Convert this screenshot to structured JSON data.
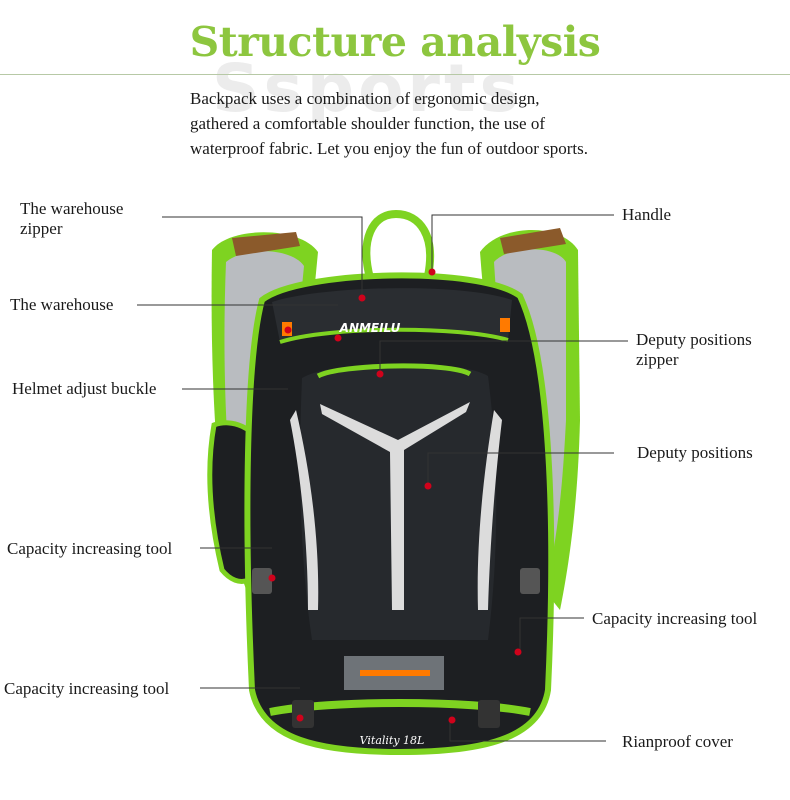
{
  "header": {
    "title": "Structure analysis",
    "title_color": "#8dc63f",
    "watermark": "Ssports"
  },
  "intro": {
    "lines": [
      "Backpack uses a combination of ergonomic design,",
      "gathered a comfortable shoulder function, the use of",
      "waterproof fabric. Let you enjoy the fun of outdoor sports."
    ]
  },
  "product": {
    "brand": "ANMEILU",
    "script": "Vitality 18L",
    "accent_color": "#7ed321",
    "body_color": "#1d1f22",
    "marker_color": "#d0021b"
  },
  "callouts": {
    "warehouse_zipper_1": "The warehouse",
    "warehouse_zipper_2": "zipper",
    "warehouse": "The warehouse",
    "helmet_buckle": "Helmet adjust buckle",
    "capacity_left_1": "Capacity increasing tool",
    "capacity_left_2": "Capacity increasing tool",
    "handle": "Handle",
    "deputy_zipper_1": "Deputy positions",
    "deputy_zipper_2": "zipper",
    "deputy_positions": "Deputy positions",
    "capacity_right": "Capacity increasing tool",
    "rain_cover": "Rianproof cover"
  }
}
